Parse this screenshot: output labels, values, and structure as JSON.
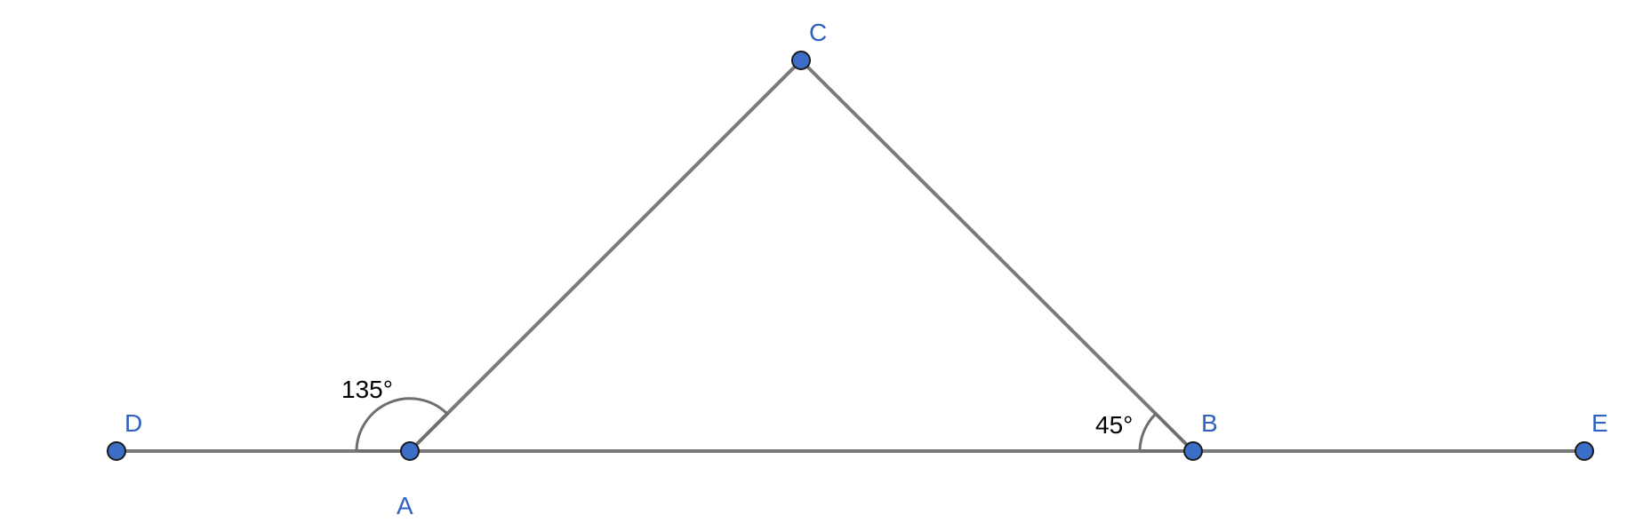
{
  "colors": {
    "line": "#7a7a7a",
    "point_fill": "#3c6ec8",
    "point_label": "#2f62c0",
    "angle_label": "#000000"
  },
  "points": {
    "D": "D",
    "A": "A",
    "B": "B",
    "C": "C",
    "E": "E"
  },
  "angles": {
    "exterior_at_A": "135°",
    "interior_at_B": "45°"
  }
}
